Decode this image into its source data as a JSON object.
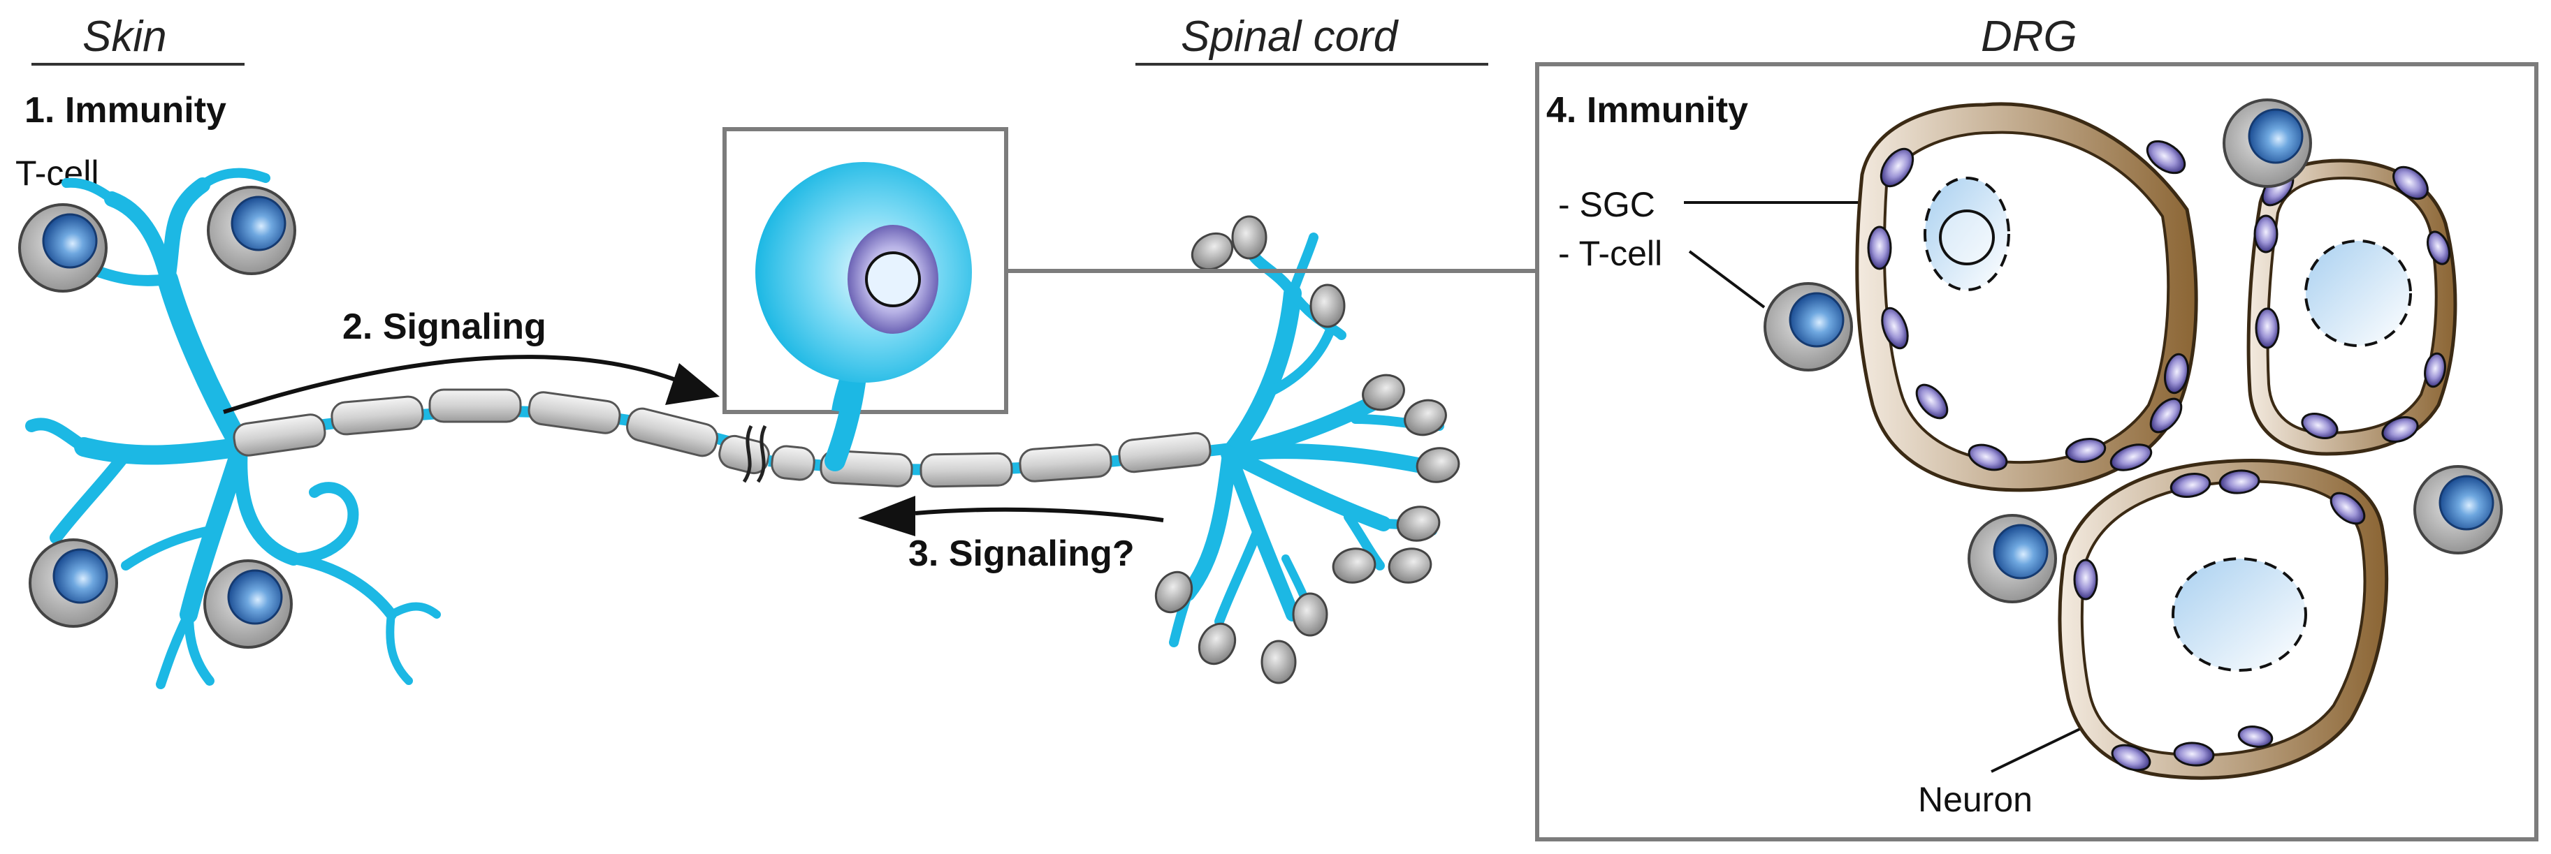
{
  "regions": {
    "skin": "Skin",
    "spinal_cord": "Spinal cord",
    "drg": "DRG"
  },
  "labels": {
    "immunity_skin": "1. Immunity",
    "tcell_skin": "T-cell",
    "signaling_forward": "2. Signaling",
    "signaling_back": "3. Signaling?",
    "immunity_drg": "4. Immunity",
    "sgc": "- SGC",
    "tcell_drg": "- T-cell",
    "neuron": "Neuron"
  },
  "colors": {
    "axon_blue": "#1cb8e4",
    "tcell_gray": "#a9a9a9",
    "tcell_nucleus": "#2e6fb4",
    "sgc_brown": "#8b6534",
    "sgc_nucleus": "#5a4fa0",
    "frame_gray": "#7c7c7c"
  }
}
